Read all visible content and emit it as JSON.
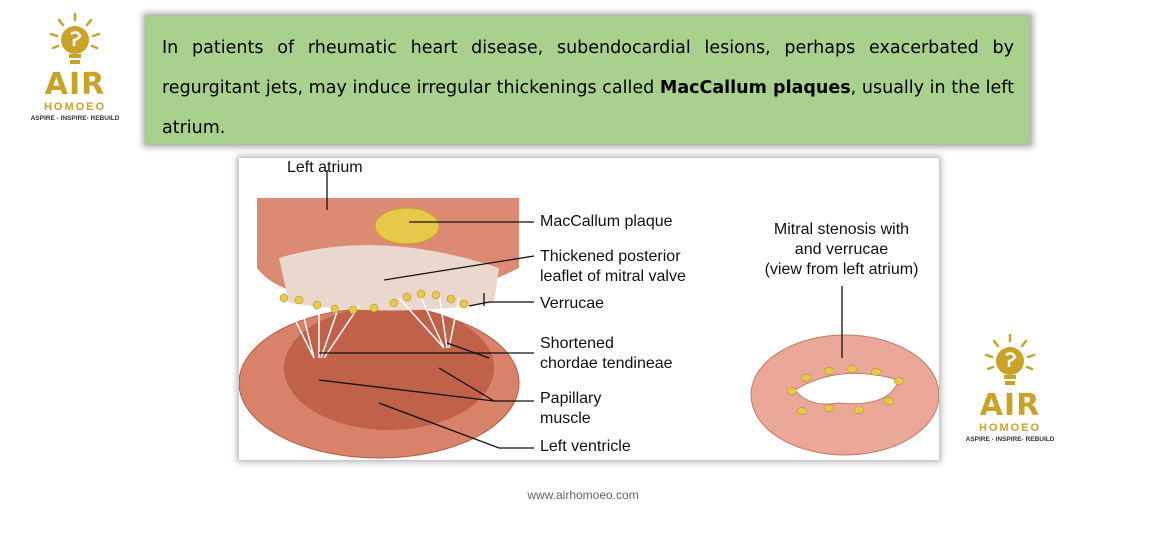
{
  "logo": {
    "name": "AIR",
    "subtitle": "HOMOEO",
    "tagline": "ASPIRE - INSPIRE- REBUILD"
  },
  "text": {
    "before": "In patients of rheumatic heart disease, subendocardial lesions, perhaps exacerbated by regurgitant jets, may induce irregular thickenings called ",
    "bold": "MacCallum plaques",
    "after": ", usually in the left atrium."
  },
  "figure": {
    "labels": {
      "left_atrium": "Left atrium",
      "maccallum_plaque": "MacCallum plaque",
      "thickened_leaflet_1": "Thickened posterior",
      "thickened_leaflet_2": "leaflet of mitral valve",
      "verrucae": "Verrucae",
      "chordae_1": "Shortened",
      "chordae_2": "chordae tendineae",
      "papillary_1": "Papillary",
      "papillary_2": "muscle",
      "left_ventricle": "Left ventricle",
      "stenosis_1": "Mitral stenosis with",
      "stenosis_2": "and verrucae",
      "stenosis_3": "(view from left atrium)"
    }
  },
  "footer": {
    "url": "www.airhomoeo.com"
  },
  "colors": {
    "accent_green": "#a9d18e",
    "logo_gold": "#c9a227",
    "tissue": "#d9826a",
    "plaque": "#e8c84a"
  }
}
